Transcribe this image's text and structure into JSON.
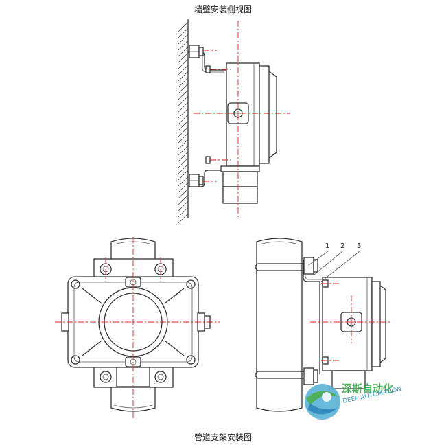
{
  "captions": {
    "top": "墙壁安装侧视图",
    "bottom": "管道支架安装图"
  },
  "part_numbers": [
    "1",
    "2",
    "3"
  ],
  "watermark": {
    "name_cn": "深斯自动化",
    "name_en": "DEEP AUTOMATION"
  },
  "colors": {
    "outline": "#333333",
    "centerline": "#e0202a",
    "logo_green": "#3aa94a",
    "logo_blue": "#2a8ec6"
  }
}
